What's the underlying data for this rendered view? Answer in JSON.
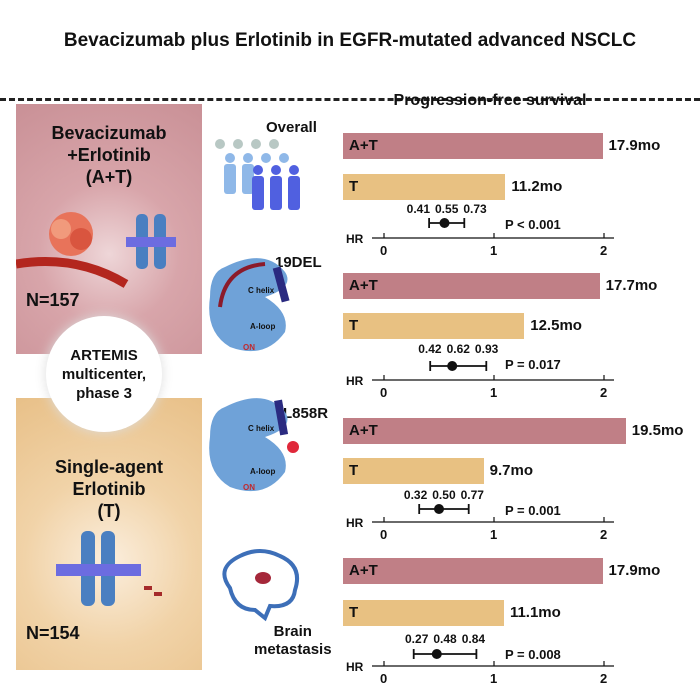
{
  "title": "Bevacizumab plus Erlotinib in EGFR-mutated advanced NSCLC",
  "pfs_title": "Progression-free survival",
  "arms": {
    "a": {
      "title_lines": [
        "Bevacizumab",
        "+Erlotinib",
        "(A+T)"
      ],
      "n": "N=157",
      "color": "#c99096"
    },
    "t": {
      "title_lines": [
        "Single-agent",
        "Erlotinib",
        "(T)"
      ],
      "n": "N=154",
      "color": "#e8c088"
    }
  },
  "trial": {
    "lines": [
      "ARTEMIS",
      "multicenter,",
      "phase 3"
    ]
  },
  "axis": {
    "label": "HR",
    "ticks": [
      "0",
      "1",
      "2"
    ]
  },
  "chart_data": {
    "type": "bar",
    "title": "Progression-free survival",
    "unit": "mo",
    "subgroups": [
      {
        "name": "Overall",
        "at_label": "A+T",
        "t_label": "T",
        "at": 17.9,
        "t": 11.2,
        "at_text": "17.9mo",
        "t_text": "11.2mo",
        "hr": 0.55,
        "lo": 0.41,
        "hi": 0.73,
        "hr_text": "0.55",
        "lo_text": "0.41",
        "hi_text": "0.73",
        "p": "P < 0.001"
      },
      {
        "name": "19DEL",
        "at_label": "A+T",
        "t_label": "T",
        "at": 17.7,
        "t": 12.5,
        "at_text": "17.7mo",
        "t_text": "12.5mo",
        "hr": 0.62,
        "lo": 0.42,
        "hi": 0.93,
        "hr_text": "0.62",
        "lo_text": "0.42",
        "hi_text": "0.93",
        "p": "P = 0.017"
      },
      {
        "name": "L858R",
        "at_label": "A+T",
        "t_label": "T",
        "at": 19.5,
        "t": 9.7,
        "at_text": "19.5mo",
        "t_text": "9.7mo",
        "hr": 0.5,
        "lo": 0.32,
        "hi": 0.77,
        "hr_text": "0.50",
        "lo_text": "0.32",
        "hi_text": "0.77",
        "p": "P = 0.001"
      },
      {
        "name": "Brain metastasis",
        "at_label": "A+T",
        "t_label": "T",
        "at": 17.9,
        "t": 11.1,
        "at_text": "17.9mo",
        "t_text": "11.1mo",
        "hr": 0.48,
        "lo": 0.27,
        "hi": 0.84,
        "hr_text": "0.48",
        "lo_text": "0.27",
        "hi_text": "0.84",
        "p": "P = 0.008"
      }
    ],
    "hr_axis": {
      "label": "HR",
      "range": [
        0,
        2
      ],
      "ticks": [
        0,
        1,
        2
      ]
    }
  },
  "diagram_labels": {
    "c_helix": "C helix",
    "a_loop": "A-loop",
    "on": "ON",
    "brain": [
      "Brain",
      "metastasis"
    ]
  }
}
